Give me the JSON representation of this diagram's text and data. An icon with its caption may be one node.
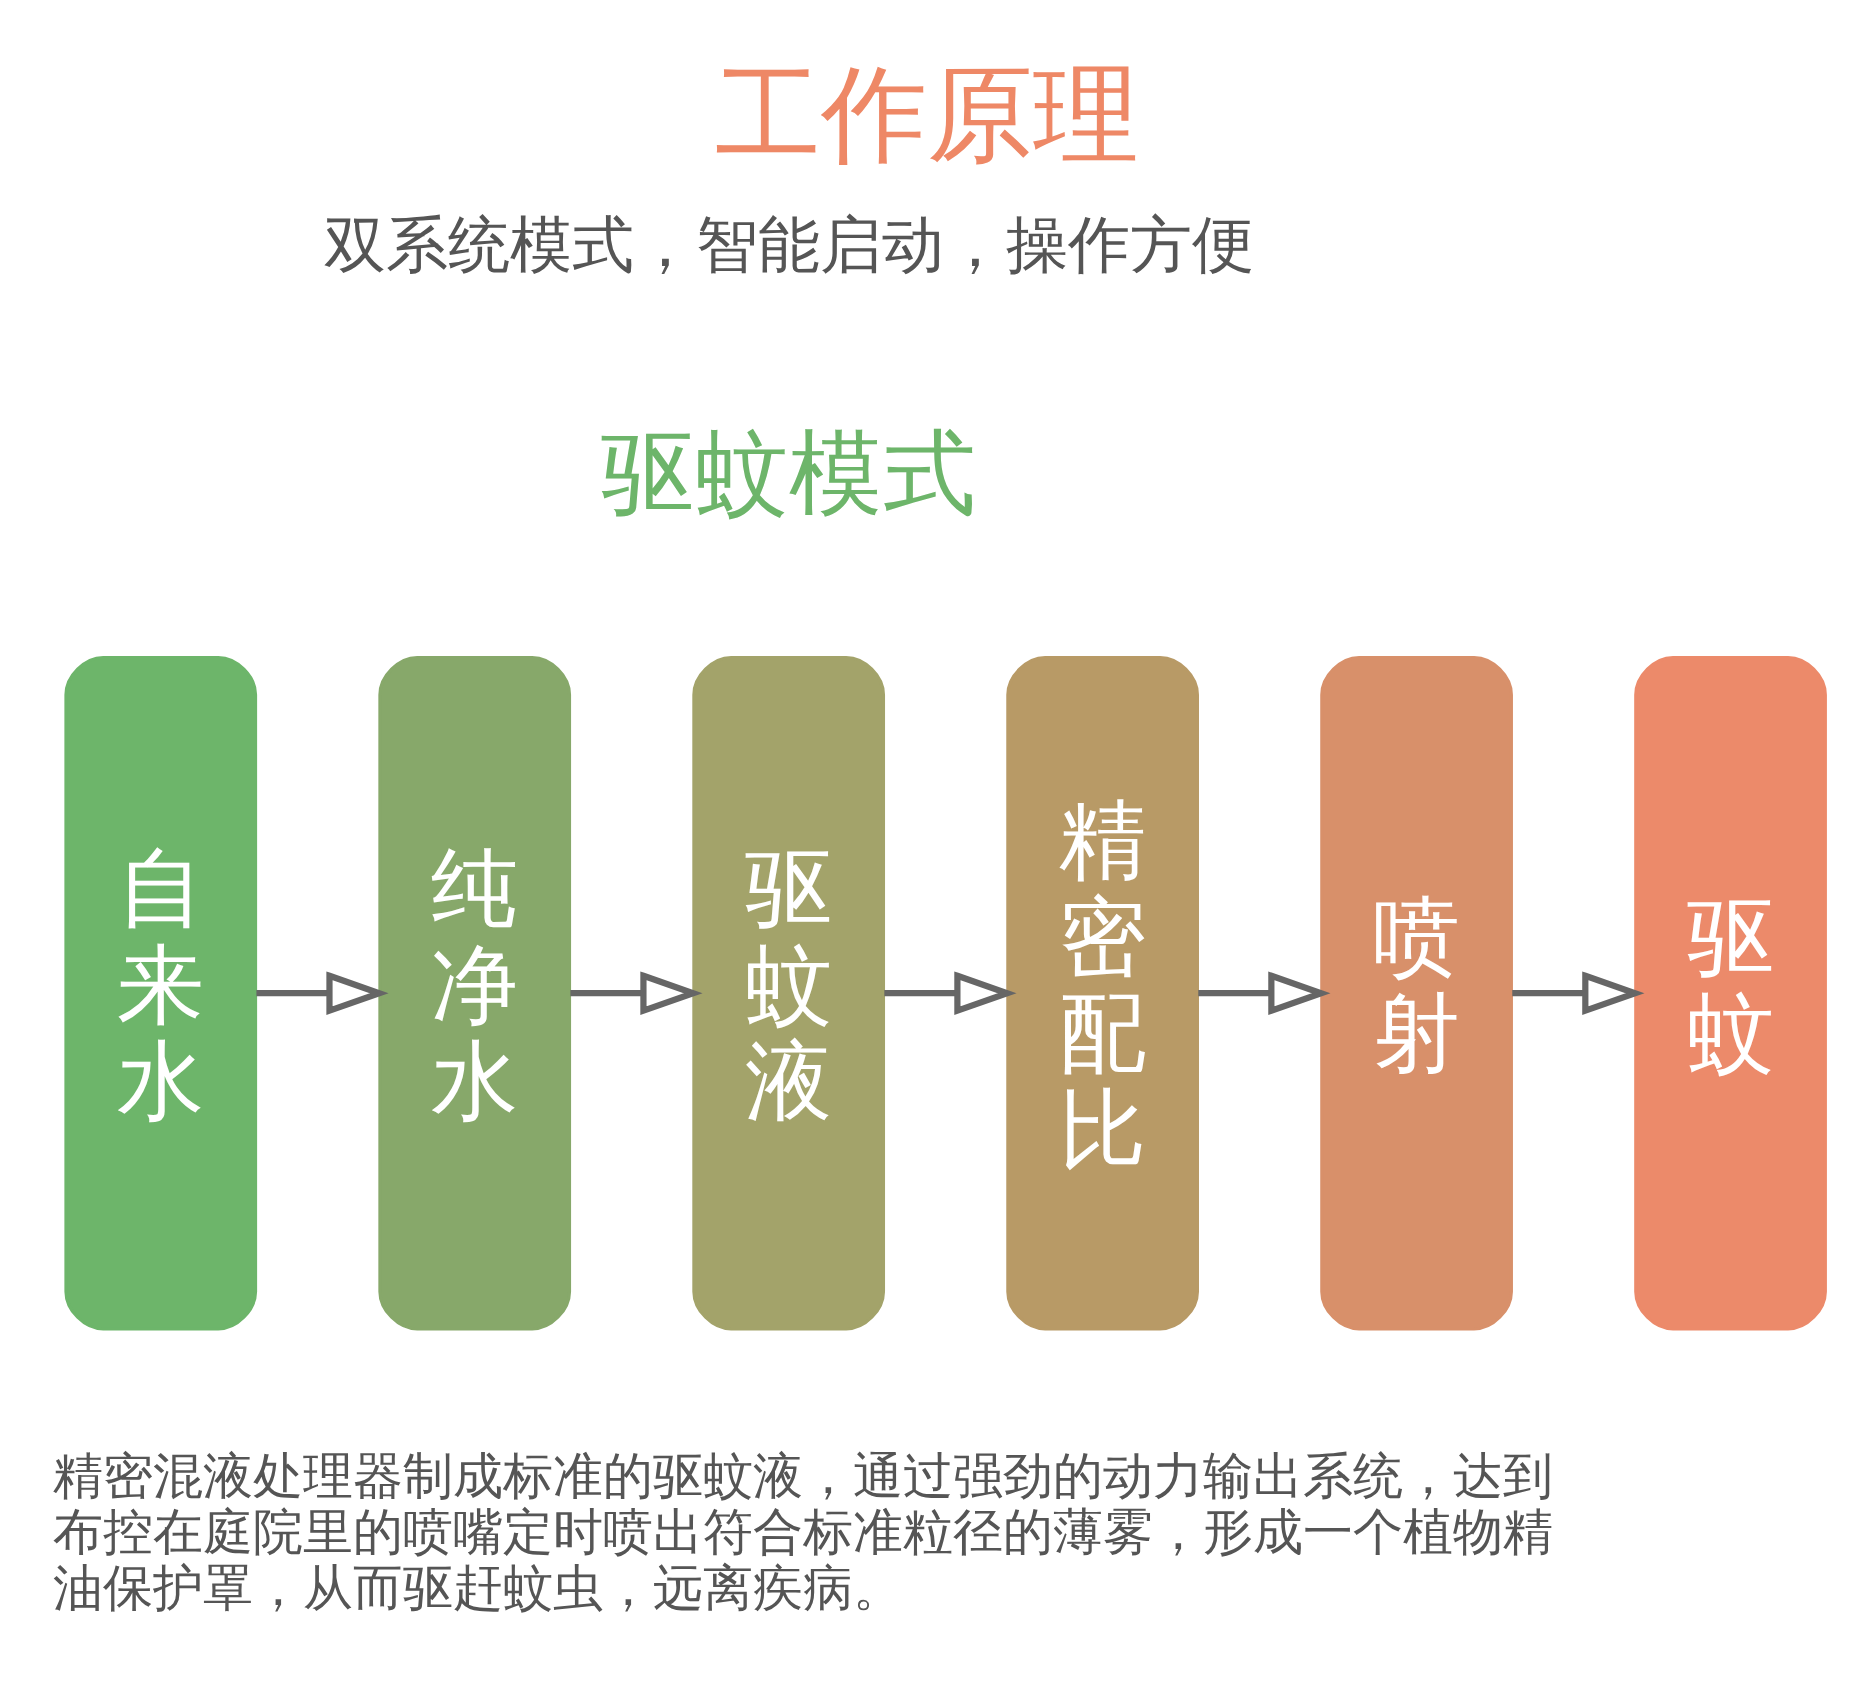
{
  "diagram": {
    "title": "工作原理",
    "nodes": [
      {
        "text": [
          "自来水"
        ]
      },
      {
        "text": [
          "纯净水"
        ]
      },
      {
        "text": [
          "驱蚊液"
        ]
      },
      {
        "text": [
          "精密配比"
        ]
      },
      {
        "text": [
          "喷射"
        ]
      },
      {
        "text": [
          "驱蚊"
        ]
      }
    ],
    "edges": [
      {
        "from": 0,
        "to": 1,
        "arrow": "to"
      },
      {
        "from": 1,
        "to": 2,
        "arrow": "to"
      },
      {
        "from": 2,
        "to": 3,
        "arrow": "to"
      },
      {
        "from": 3,
        "to": 4,
        "arrow": "to"
      },
      {
        "from": 4,
        "to": 5,
        "arrow": "to"
      }
    ],
    "labels": [
      "双系统模式，智能启动，操作方便",
      "驱蚊模式",
      "精密混液处理器制成标准的驱蚊液，通过强劲的动力输出系统，达到布控在庭院里的喷嘴定时喷出符合标准粒径的薄雾，形成一个植物精油保护罩，从而驱赶蚊虫，远离疾病。"
    ]
  }
}
